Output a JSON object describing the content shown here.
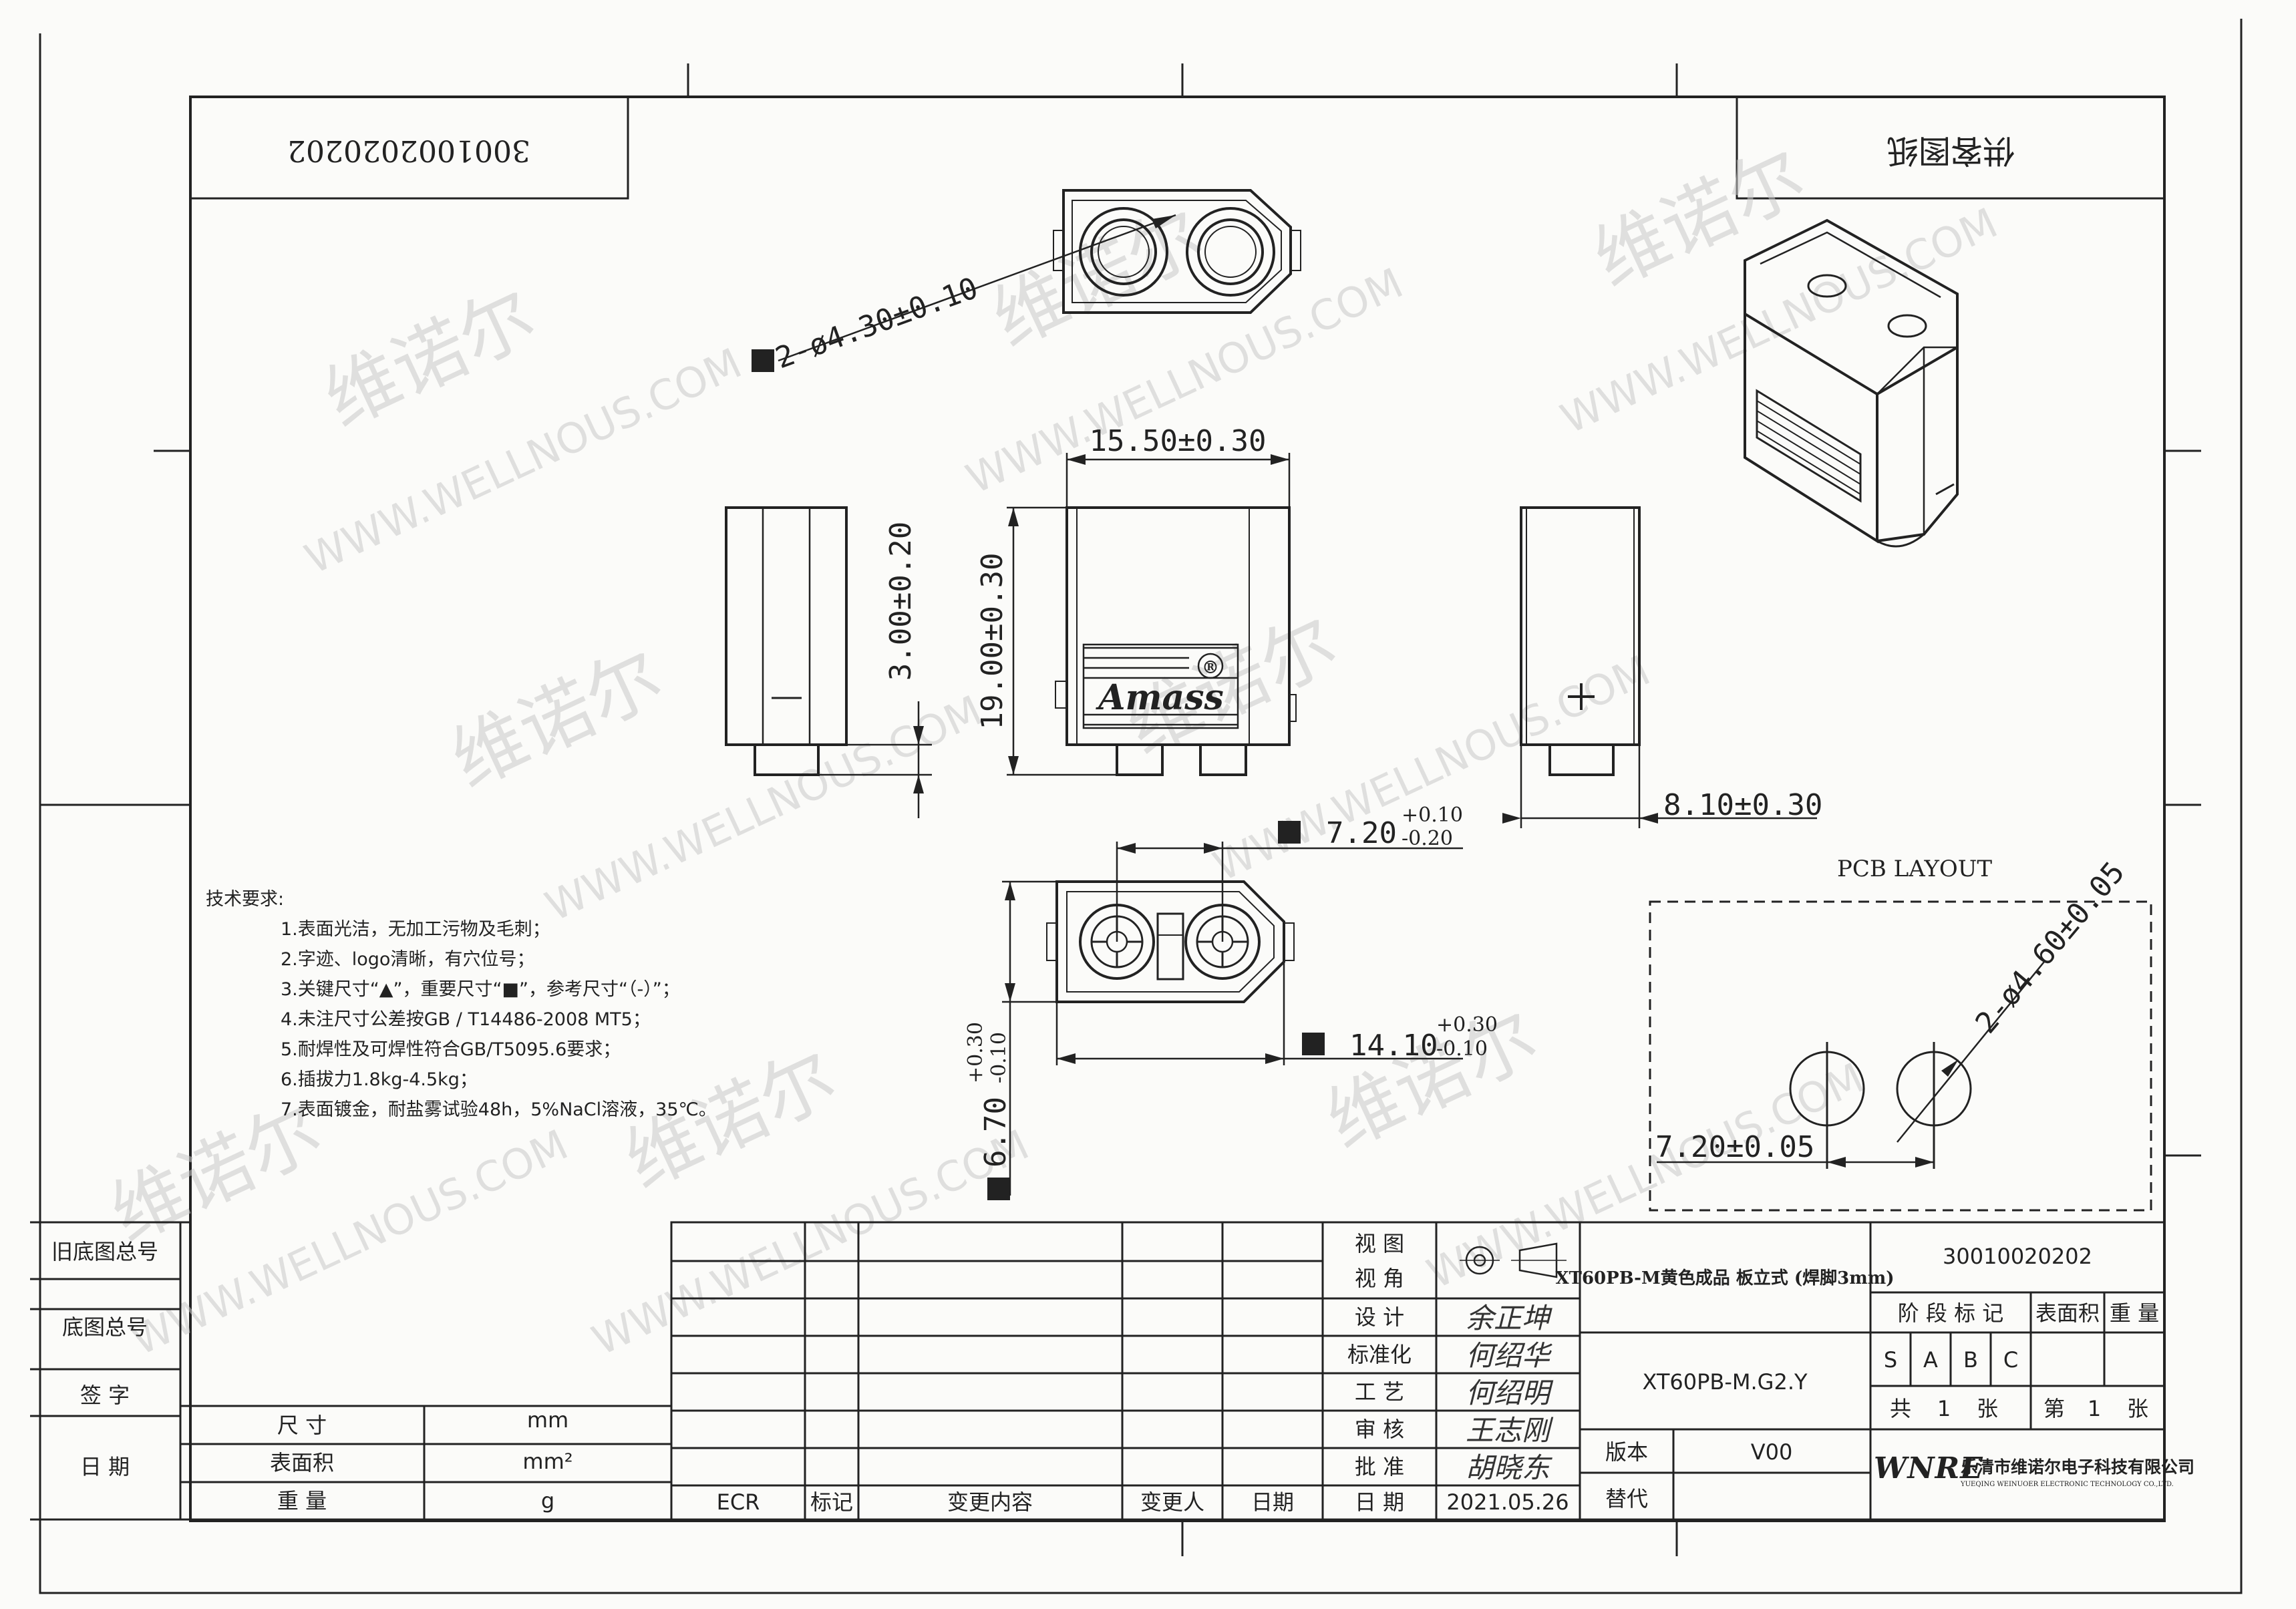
{
  "header": {
    "drawing_number_mirrored": "3001002020202",
    "title_mirrored": "供客图纸"
  },
  "watermark": {
    "chinese": "维诺尔",
    "url": "WWW.WELLNOUS.COM"
  },
  "dimensions": {
    "pin_diameter": "2-ø4.30±0.10",
    "width": "15.50±0.30",
    "height": "19.00±0.30",
    "pin_length": "3.00±0.20",
    "depth": "8.10±0.30",
    "pin_pitch_main": "7.20",
    "pin_pitch_tol_plus": "+0.10",
    "pin_pitch_tol_minus": "-0.20",
    "bottom_length_main": "14.10",
    "bottom_length_tol_plus": "+0.30",
    "bottom_length_tol_minus": "-0.10",
    "bottom_height_main": "6.70",
    "bottom_height_tol_plus": "+0.30",
    "bottom_height_tol_minus": "-0.10"
  },
  "pcb_layout": {
    "title": "PCB LAYOUT",
    "hole_diameter": "2-ø4.60±0.05",
    "pitch": "7.20±0.05"
  },
  "logo_text": "Amass",
  "tech_requirements": {
    "title": "技术要求:",
    "items": [
      "1.表面光洁，无加工污物及毛刺；",
      "2.字迹、logo清晰，有穴位号；",
      "3.关键尺寸“▲”，重要尺寸“■”，参考尺寸“（-）”；",
      "4.未注尺寸公差按GB / T14486-2008 MT5；",
      "5.耐焊性及可焊性符合GB/T5095.6要求；",
      "6.插拔力1.8kg-4.5kg；",
      "7.表面镀金，耐盐雾试验48h，5%NaCl溶液，35℃。"
    ]
  },
  "left_strip": {
    "old_drawing_number": "旧底图总号",
    "drawing_number": "底图总号",
    "signature": "签 字",
    "date": "日 期"
  },
  "units": {
    "size_label": "尺 寸",
    "size_value": "mm",
    "area_label": "表面积",
    "area_value": "mm²",
    "weight_label": "重 量",
    "weight_value": "g"
  },
  "revision_columns": {
    "ecr": "ECR",
    "mark": "标记",
    "change_content": "变更内容",
    "changer": "变更人",
    "date": "日期"
  },
  "approval": {
    "view_label": "视 图",
    "angle_label": "视 角",
    "design_label": "设 计",
    "standard_label": "标准化",
    "process_label": "工 艺",
    "review_label": "审 核",
    "approve_label": "批 准",
    "date_label": "日 期",
    "date_value": "2021.05.26",
    "designer_sig": "余正坤",
    "standard_sig": "何绍华",
    "process_sig": "何绍明",
    "review_sig": "王志刚",
    "approve_sig": "胡晓东"
  },
  "title_block": {
    "product_name": "XT60PB-M黄色成品 板立式 (焊脚3mm)",
    "part_number": "XT60PB-M.G2.Y",
    "version_label": "版本",
    "version_value": "V00",
    "replace_label": "替代",
    "drawing_number": "30010020202",
    "stage_label": "阶 段 标 记",
    "area_label": "表面积",
    "weight_label": "重 量",
    "stages": [
      "S",
      "A",
      "B",
      "C"
    ],
    "total_label": "共",
    "total_value": "1",
    "sheet_unit": "张",
    "sheet_label": "第",
    "sheet_value": "1",
    "sheet_unit2": "张",
    "company_logo": "WNRE",
    "company_name": "乐清市维诺尔电子科技有限公司",
    "company_name_en": "YUEQING WEINUOER ELECTRONIC TECHNOLOGY CO.,LTD."
  },
  "colors": {
    "line": "#222222",
    "paper": "#fbfbf9",
    "watermark": "#c9c9c9"
  }
}
